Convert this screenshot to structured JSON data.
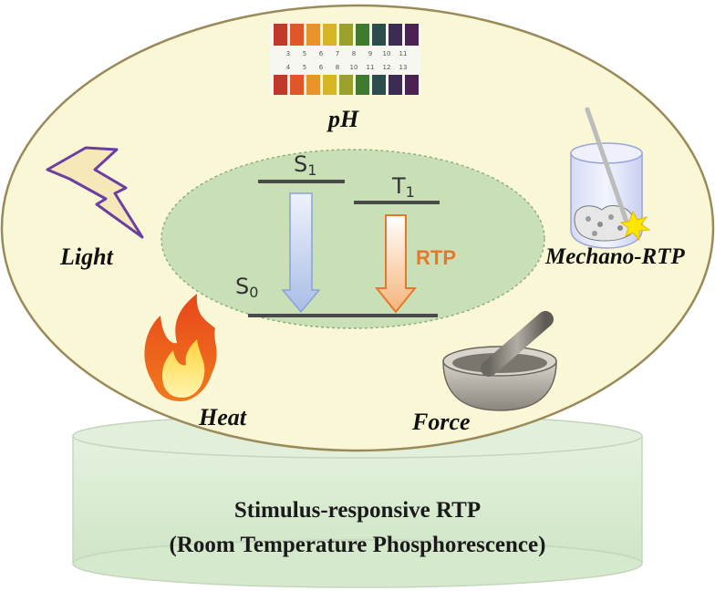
{
  "stimuli": {
    "ph": "pH",
    "light": "Light",
    "mechano": "Mechano-RTP",
    "heat": "Heat",
    "force": "Force"
  },
  "jablonski": {
    "s1": "S",
    "s1_sub": "1",
    "t1": "T",
    "t1_sub": "1",
    "s0": "S",
    "s0_sub": "0",
    "rtp_label": "RTP"
  },
  "ph_strip": {
    "top_numbers": [
      "3",
      "5",
      "6",
      "7",
      "8",
      "9",
      "10",
      "11"
    ],
    "bottom_numbers": [
      "4",
      "5",
      "6",
      "8",
      "10",
      "11",
      "12",
      "13"
    ],
    "colors": [
      "#c0392b",
      "#e0562a",
      "#e9942b",
      "#d8b524",
      "#9aa12a",
      "#3f7a2e",
      "#2d4d4a",
      "#3c2c52",
      "#4a2450"
    ]
  },
  "caption": {
    "line1": "Stimulus-responsive RTP",
    "line2": "(Room Temperature Phosphorescence)"
  },
  "colors": {
    "outer_ellipse": "#f9f7d6",
    "inner_ellipse": "#c9e0b6",
    "pedestal": "#d9ecd2",
    "rtp_accent": "#e8772e",
    "fluor_arrow": "#b8c9ea"
  }
}
